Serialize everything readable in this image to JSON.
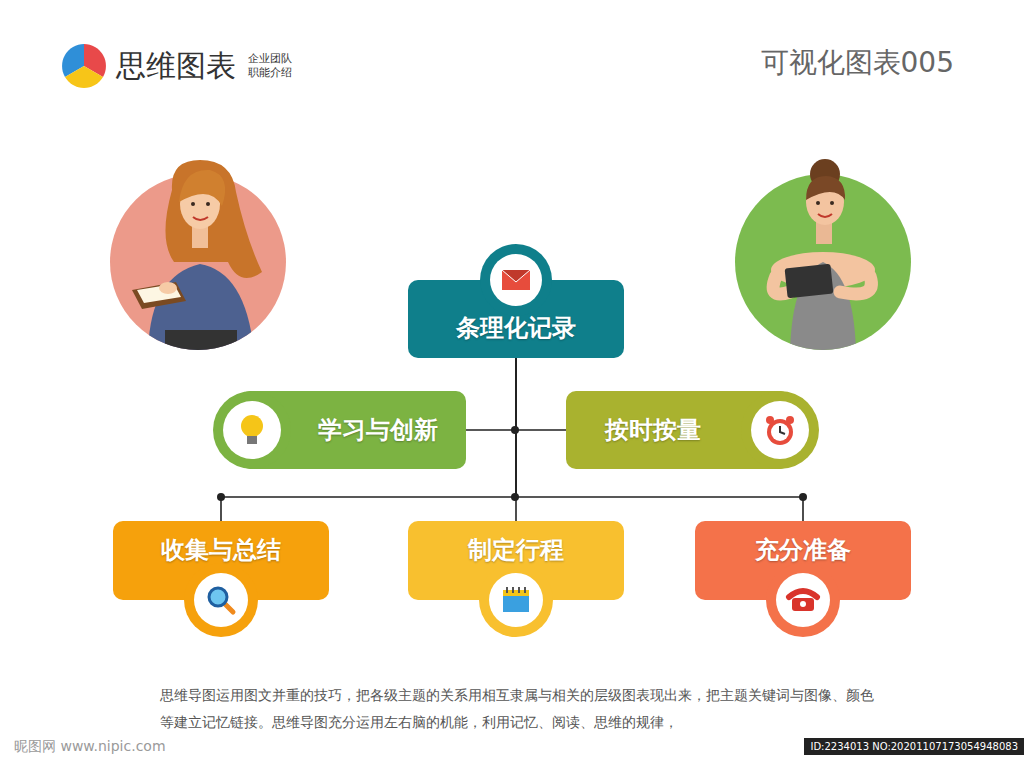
{
  "diagram": {
    "title": "可视化图表005",
    "caption": "思维导图运用图文并重的技巧，把各级主题的关系用相互隶属与相关的层级图表现出来，把主题关键词与图像、颜色等建立记忆链接。思维导图充分运用左右脑的机能，利用记忆、阅读、思维的规律，",
    "nodes": [
      {
        "text": [
          "条理化记录"
        ]
      },
      {
        "text": [
          "学习与创新"
        ]
      },
      {
        "text": [
          "按时按量"
        ]
      },
      {
        "text": [
          "收集与总结"
        ]
      },
      {
        "text": [
          "制定行程"
        ]
      },
      {
        "text": [
          "充分准备"
        ]
      }
    ],
    "edges": [
      {
        "from": 0,
        "to": 1,
        "arrow": "none"
      },
      {
        "from": 0,
        "to": 2,
        "arrow": "none"
      },
      {
        "from": 0,
        "to": 3,
        "arrow": "none"
      },
      {
        "from": 0,
        "to": 4,
        "arrow": "none"
      },
      {
        "from": 0,
        "to": 5,
        "arrow": "none"
      }
    ],
    "labels": [
      "思维图表",
      "企业团队 职能介绍",
      "昵图网 www.nipic.com",
      "ID:2234013 NO:20201107173054948083"
    ]
  }
}
